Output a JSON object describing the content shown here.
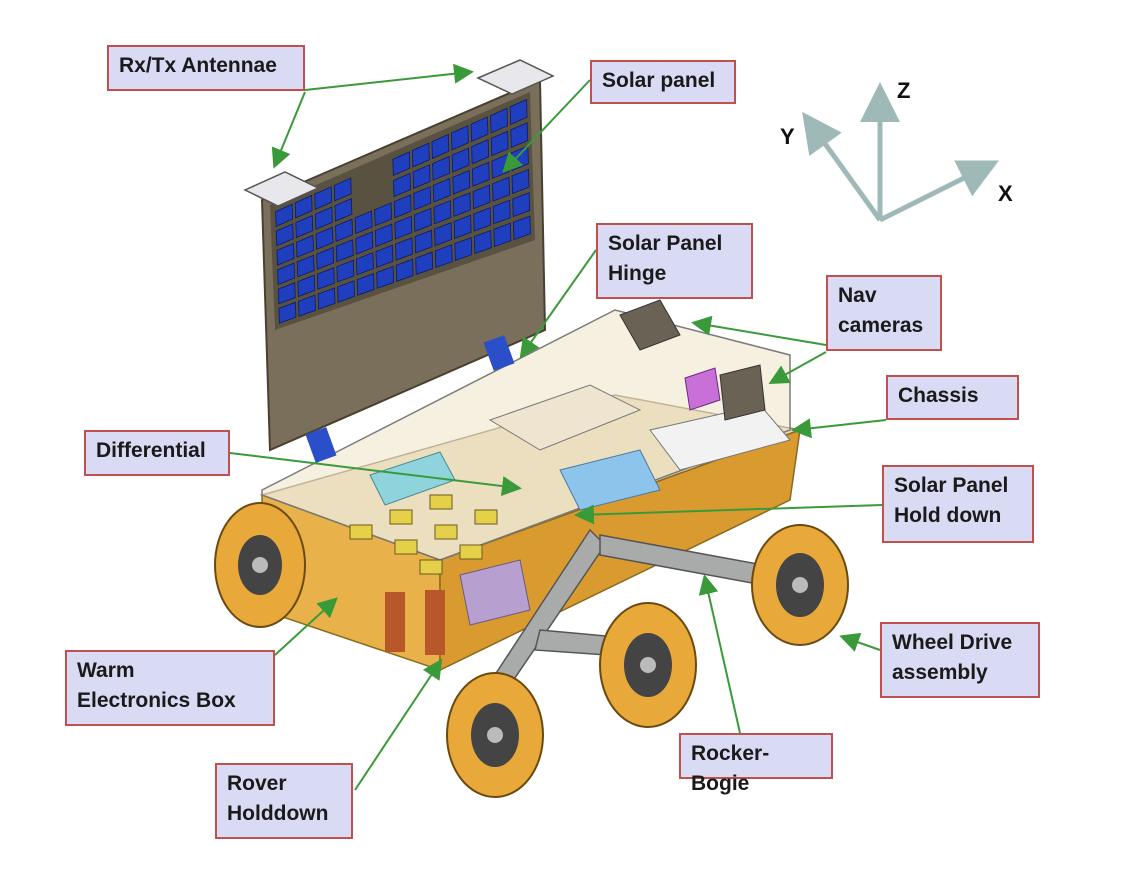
{
  "labels": {
    "antennae": "Rx/Tx Antennae",
    "solar_panel": "Solar panel",
    "solar_panel_hinge": "Solar Panel\nHinge",
    "nav_cameras": "Nav\ncameras",
    "chassis": "Chassis",
    "differential": "Differential",
    "solar_panel_hold_down": "Solar Panel\nHold down",
    "warm_electronics_box": "Warm\nElectronics Box",
    "wheel_drive_assembly": "Wheel Drive\nassembly",
    "rocker_bogie": "Rocker-Bogie",
    "rover_holddown": "Rover\nHolddown"
  },
  "axes": {
    "x": "X",
    "y": "Y",
    "z": "Z"
  },
  "colors": {
    "callout_fill": "#d9daf3",
    "callout_border": "#c0504d",
    "leader_line": "#3a9a3a",
    "axis_arrow": "#9fb8b8",
    "solar_cell": "#1f3fbf",
    "panel_back": "#7a6f5a",
    "warm_box": "#e8b14a",
    "chassis_top": "#e9d9b4"
  }
}
